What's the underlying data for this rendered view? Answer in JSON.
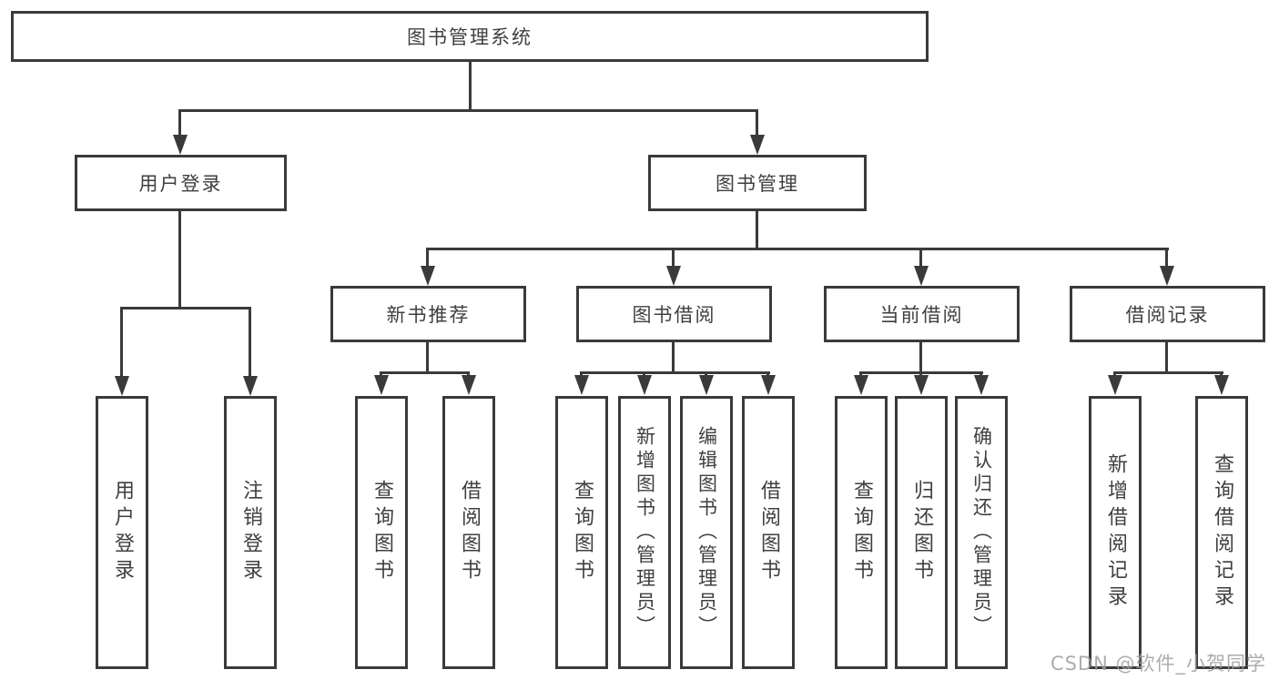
{
  "tree": {
    "root": {
      "label": "图书管理系统",
      "children": [
        {
          "label": "用户登录",
          "children": [
            {
              "label": "用户登录"
            },
            {
              "label": "注销登录"
            }
          ]
        },
        {
          "label": "图书管理",
          "children": [
            {
              "label": "新书推荐",
              "children": [
                {
                  "label": "查询图书"
                },
                {
                  "label": "借阅图书"
                }
              ]
            },
            {
              "label": "图书借阅",
              "children": [
                {
                  "label": "查询图书"
                },
                {
                  "label": "新增图书（管理员）"
                },
                {
                  "label": "编辑图书（管理员）"
                },
                {
                  "label": "借阅图书"
                }
              ]
            },
            {
              "label": "当前借阅",
              "children": [
                {
                  "label": "查询图书"
                },
                {
                  "label": "归还图书"
                },
                {
                  "label": "确认归还（管理员）"
                }
              ]
            },
            {
              "label": "借阅记录",
              "children": [
                {
                  "label": "新增借阅记录"
                },
                {
                  "label": "查询借阅记录"
                }
              ]
            }
          ]
        }
      ]
    }
  },
  "watermark": {
    "text": "CSDN @软件_小贺同学"
  },
  "colors": {
    "line": "#3a3a3a",
    "text": "#3f3f3f",
    "watermark": "#9e9e9e",
    "background": "#ffffff"
  }
}
